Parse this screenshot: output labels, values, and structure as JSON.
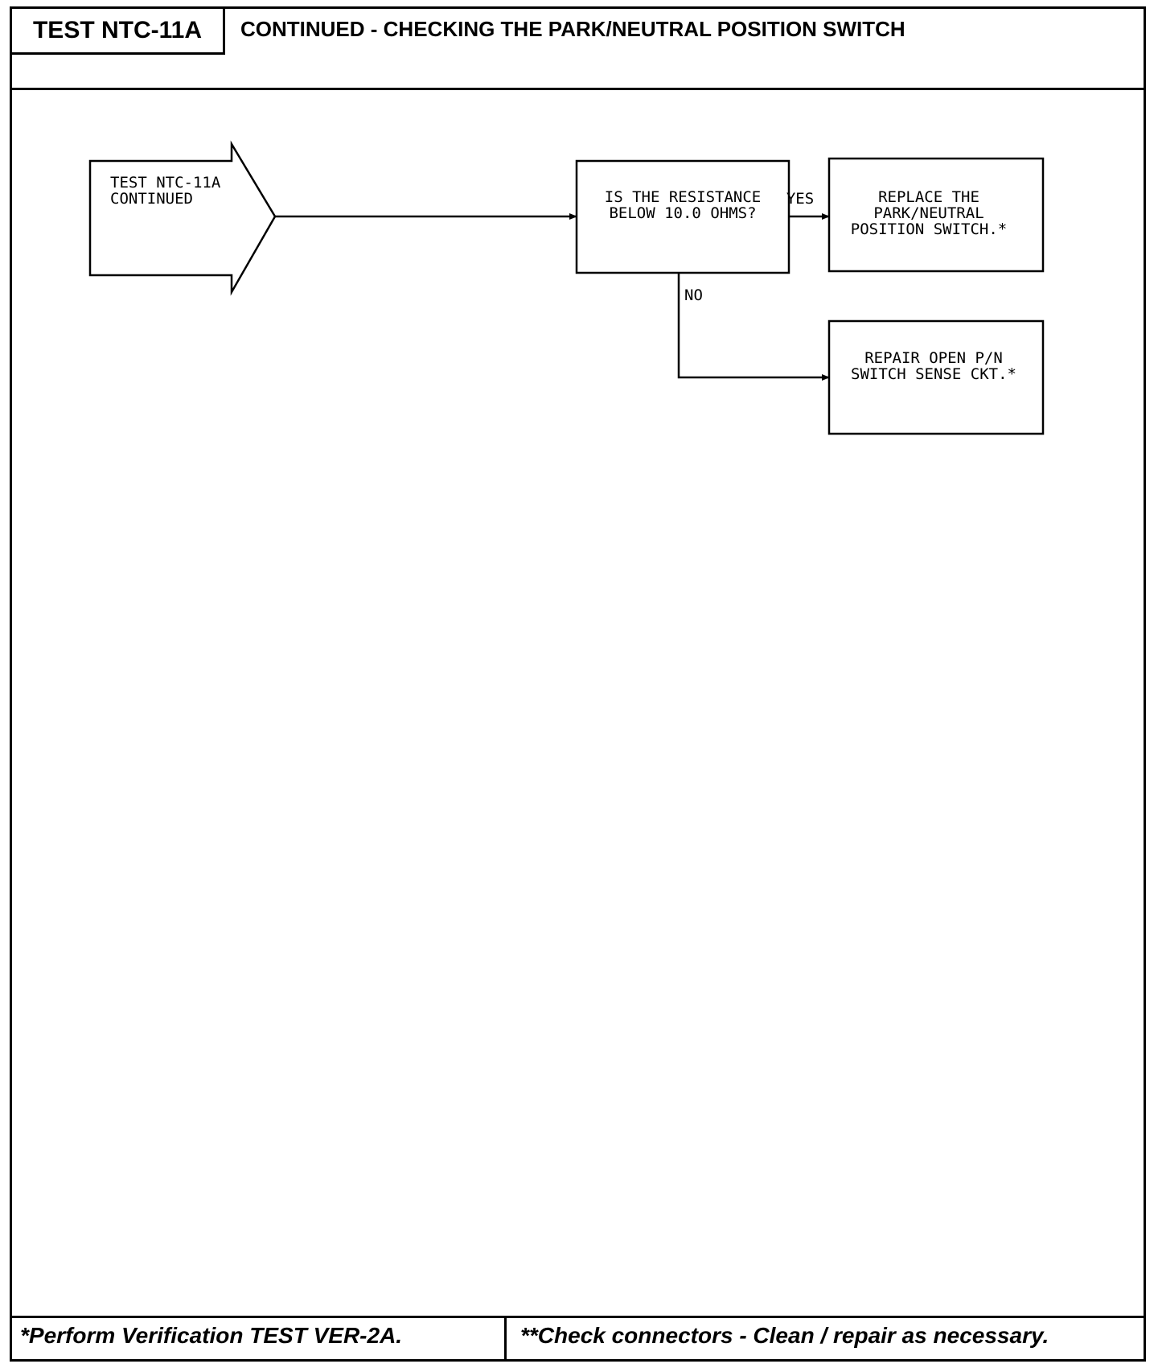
{
  "header": {
    "test_id": "TEST NTC-11A",
    "title": "CONTINUED - CHECKING THE PARK/NEUTRAL POSITION SWITCH"
  },
  "flowchart": {
    "entry": {
      "line1": "TEST NTC-11A",
      "line2": "CONTINUED"
    },
    "question": {
      "line1": "IS THE RESISTANCE",
      "line2": "BELOW 10.0 OHMS?"
    },
    "yes_label": "YES",
    "no_label": "NO",
    "yes_action": {
      "line1": "REPLACE THE",
      "line2": "PARK/NEUTRAL",
      "line3": "POSITION SWITCH.*"
    },
    "no_action": {
      "line1": "REPAIR OPEN P/N",
      "line2": "SWITCH SENSE CKT.*"
    }
  },
  "footer": {
    "left_note": "*Perform Verification TEST VER-2A.",
    "right_note": "**Check connectors - Clean / repair as necessary."
  }
}
